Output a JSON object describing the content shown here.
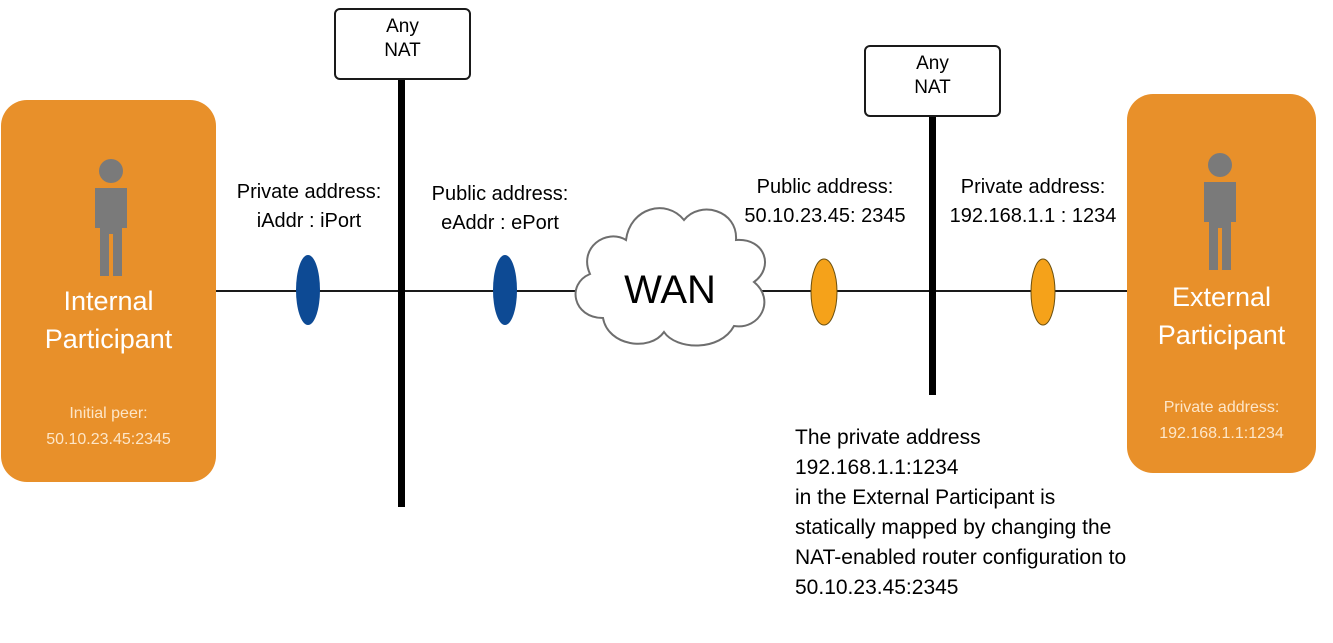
{
  "nat_left": {
    "line1": "Any",
    "line2": "NAT"
  },
  "nat_right": {
    "line1": "Any",
    "line2": "NAT"
  },
  "internal": {
    "title_line1": "Internal",
    "title_line2": "Participant",
    "sub_line1": "Initial peer:",
    "sub_line2": "50.10.23.45:2345"
  },
  "external": {
    "title_line1": "External",
    "title_line2": "Participant",
    "sub_line1": "Private address:",
    "sub_line2": "192.168.1.1:1234"
  },
  "labels": {
    "private_left": {
      "line1": "Private address:",
      "line2": "iAddr : iPort"
    },
    "public_left": {
      "line1": "Public address:",
      "line2": "eAddr : ePort"
    },
    "public_right": {
      "line1": "Public address:",
      "line2": "50.10.23.45: 2345"
    },
    "private_right": {
      "line1": "Private address:",
      "line2": "192.168.1.1 : 1234"
    }
  },
  "wan": "WAN",
  "note": [
    "The private address",
    "192.168.1.1:1234",
    "in the External Participant is",
    "statically mapped by changing the",
    "NAT-enabled router configuration to",
    "50.10.23.45:2345"
  ],
  "colors": {
    "participant": "#e8902a",
    "left_endpoint": "#0d4a94",
    "right_endpoint": "#f5a21a"
  },
  "icons": {
    "person": "person-icon",
    "cloud": "cloud-icon"
  }
}
